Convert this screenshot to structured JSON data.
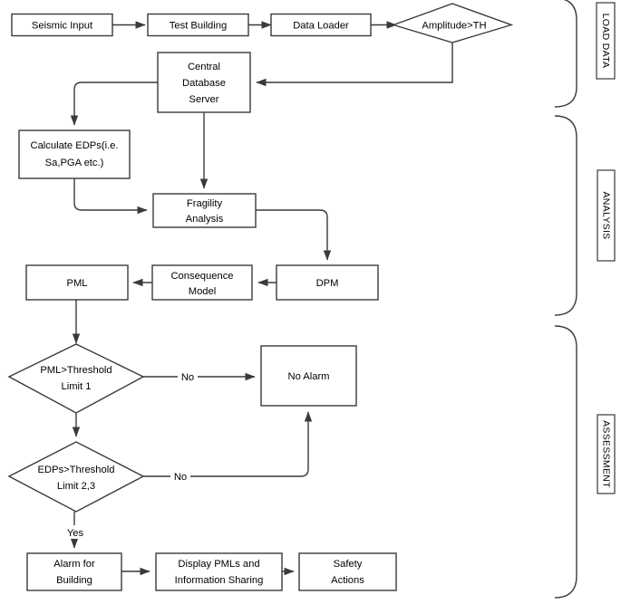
{
  "figure": {
    "kind": "flowchart",
    "orientation": "top-to-bottom",
    "background": "#ffffff",
    "stroke": "#3a3a3a",
    "text_color": "#000000"
  },
  "nodes": {
    "seismic_input": {
      "label": "Seismic Input",
      "shape": "rect"
    },
    "test_building": {
      "label": "Test Building",
      "shape": "rect"
    },
    "data_loader": {
      "label": "Data Loader",
      "shape": "rect"
    },
    "amplitude_th": {
      "label": "Amplitude>TH",
      "shape": "diamond"
    },
    "central_db": {
      "label_line1": "Central",
      "label_line2": "Database",
      "label_line3": "Server",
      "shape": "rect"
    },
    "calculate_edps": {
      "label_line1": "Calculate EDPs(i.e.",
      "label_line2": "Sa,PGA etc.)",
      "shape": "rect"
    },
    "fragility": {
      "label_line1": "Fragility",
      "label_line2": "Analysis",
      "shape": "rect"
    },
    "dpm": {
      "label": "DPM",
      "shape": "rect"
    },
    "consequence": {
      "label_line1": "Consequence",
      "label_line2": "Model",
      "shape": "rect"
    },
    "pml": {
      "label": "PML",
      "shape": "rect"
    },
    "pml_threshold": {
      "label_line1": "PML>Threshold",
      "label_line2": "Limit 1",
      "shape": "diamond"
    },
    "no_alarm": {
      "label": "No Alarm",
      "shape": "rect"
    },
    "edps_threshold": {
      "label_line1": "EDPs>Threshold",
      "label_line2": "Limit 2,3",
      "shape": "diamond"
    },
    "alarm_building": {
      "label_line1": "Alarm for",
      "label_line2": "Building",
      "shape": "rect"
    },
    "display_pmls": {
      "label_line1": "Display PMLs and",
      "label_line2": "Information Sharing",
      "shape": "rect"
    },
    "safety_actions": {
      "label_line1": "Safety",
      "label_line2": "Actions",
      "shape": "rect"
    }
  },
  "edge_labels": {
    "pml_threshold_no": "No",
    "edps_threshold_no": "No",
    "edps_threshold_yes": "Yes"
  },
  "phases": [
    {
      "id": "load-data",
      "label": "LOAD DATA"
    },
    {
      "id": "analysis",
      "label": "ANALYSIS"
    },
    {
      "id": "assessment",
      "label": "ASSESSMENT"
    }
  ]
}
